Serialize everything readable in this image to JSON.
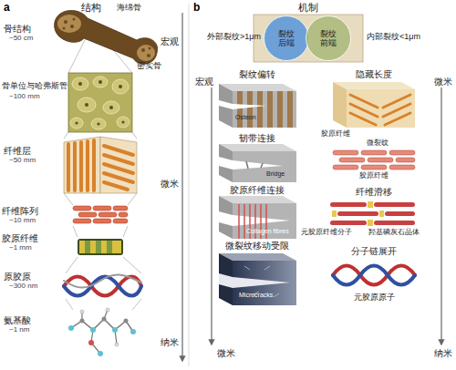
{
  "diagram": {
    "nodes": [
      {
        "text": [
          "裂纹后端"
        ]
      },
      {
        "text": [
          "裂纹前端"
        ]
      }
    ],
    "labels": [
      "a",
      "结构",
      "海绵骨",
      "密实骨",
      "骨结构",
      "~50 cm",
      "骨单位与哈弗斯管",
      "~100 mm",
      "纤维层",
      "~50 mm",
      "纤维阵列",
      "~10 mm",
      "胶原纤维",
      "~1 mm",
      "原胶原",
      "~300 nm",
      "氨基酸",
      "~1 nm",
      "宏观",
      "微米",
      "纳米",
      "b",
      "机制",
      "外部裂纹>1μm",
      "内部裂纹<1μm",
      "裂纹偏转",
      "隐藏长度",
      "宏观",
      "微米",
      "Osteon",
      "韧带连接",
      "胶原纤维",
      "微裂纹",
      "Bridge",
      "胶原纤维",
      "胶原纤维连接",
      "纤维滑移",
      "Collagen fibres",
      "元胶原纤维分子",
      "羟基磷灰石晶体",
      "微裂纹移动受限",
      "分子链展开",
      "Microcracks",
      "元胶原原子",
      "微米",
      "纳米"
    ]
  }
}
